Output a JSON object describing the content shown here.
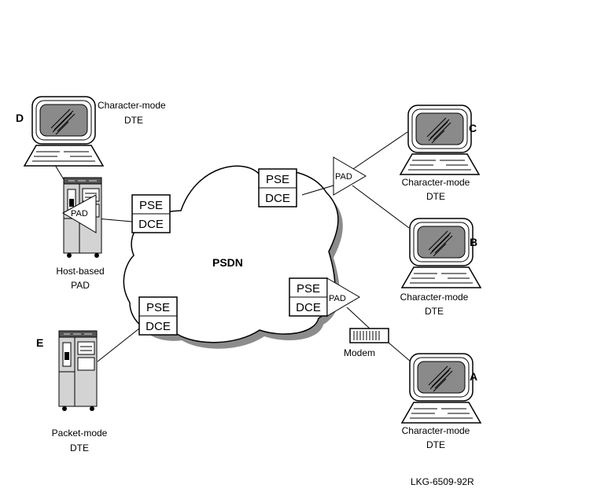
{
  "diagram": {
    "network_label": "PSDN",
    "figure_id": "LKG-6509-92R",
    "pse_label": "PSE",
    "dce_label": "DCE",
    "pad_label": "PAD",
    "modem_label": "Modem",
    "nodes": {
      "D": {
        "letter": "D",
        "line1": "Character-mode",
        "line2": "DTE"
      },
      "C": {
        "letter": "C",
        "line1": "Character-mode",
        "line2": "DTE"
      },
      "B": {
        "letter": "B",
        "line1": "Character-mode",
        "line2": "DTE"
      },
      "A": {
        "letter": "A",
        "line1": "Character-mode",
        "line2": "DTE"
      },
      "E": {
        "letter": "E",
        "line1": "Packet-mode",
        "line2": "DTE"
      },
      "host_pad": {
        "line1": "Host-based",
        "line2": "PAD"
      }
    }
  }
}
